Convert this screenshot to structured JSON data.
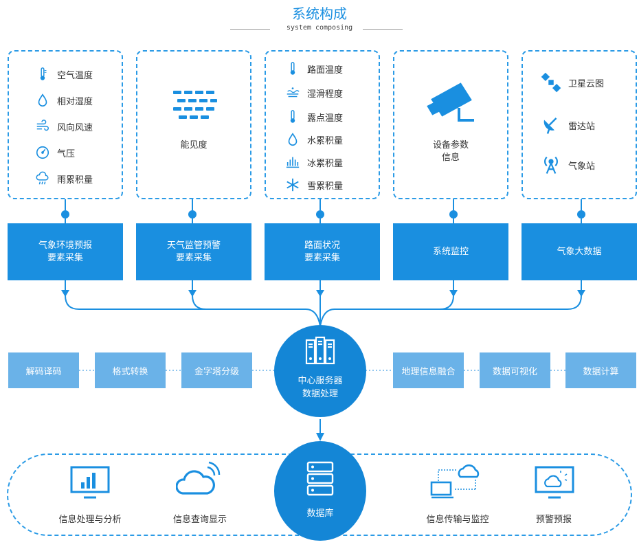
{
  "header": {
    "title": "系统构成",
    "subtitle": "system composing"
  },
  "columns": [
    {
      "items": [
        "空气温度",
        "相对湿度",
        "风向风速",
        "气压",
        "雨累积量"
      ],
      "box_label": [
        "气象环境预报",
        "要素采集"
      ]
    },
    {
      "center_label": "能见度",
      "box_label": [
        "天气监管预警",
        "要素采集"
      ]
    },
    {
      "items": [
        "路面温度",
        "湿滑程度",
        "露点温度",
        "水累积量",
        "冰累积量",
        "雪累积量"
      ],
      "box_label": [
        "路面状况",
        "要素采集"
      ]
    },
    {
      "center_label": [
        "设备参数",
        "信息"
      ],
      "box_label": [
        "系统监控"
      ]
    },
    {
      "items": [
        "卫星云图",
        "雷达站",
        "气象站"
      ],
      "box_label": [
        "气象大数据"
      ]
    }
  ],
  "processing": {
    "left": [
      "解码译码",
      "格式转换",
      "金字塔分级"
    ],
    "right": [
      "地理信息融合",
      "数据可视化",
      "数据计算"
    ],
    "center": [
      "中心服务器",
      "数据处理"
    ]
  },
  "database": {
    "label": "数据库",
    "left": [
      "信息处理与分析",
      "信息查询显示"
    ],
    "right": [
      "信息传输与监控",
      "预警预报"
    ]
  },
  "colors": {
    "primary": "#1a8fe0",
    "light": "#6ab2e8",
    "dark": "#1486d6"
  }
}
